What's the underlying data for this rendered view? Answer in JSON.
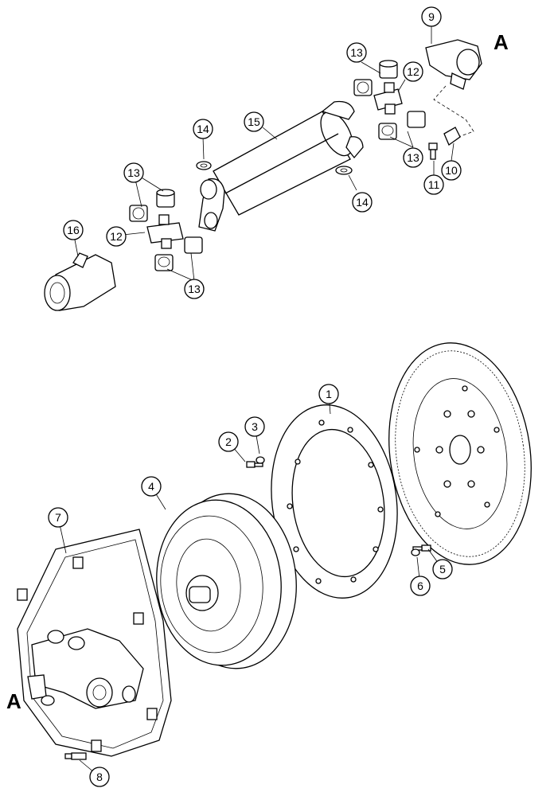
{
  "view_markers": [
    "A",
    "A"
  ],
  "callouts": [
    "1",
    "2",
    "3",
    "4",
    "5",
    "6",
    "7",
    "8",
    "9",
    "10",
    "11",
    "12",
    "12",
    "13",
    "13",
    "13",
    "13",
    "14",
    "14",
    "15",
    "16"
  ]
}
